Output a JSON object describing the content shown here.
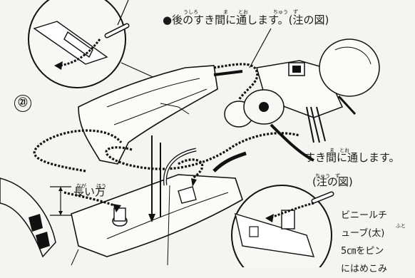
{
  "labels": {
    "top_note": "●後のすき間に通します。(注の図)",
    "top_note_furigana": "うしろ　　　　　ま　　とお　　　　　ちゅう　ず",
    "right_note_line1": "すき間に通します。",
    "right_note_line1_furigana": "ま　とお",
    "right_note_line2": "(注の図)",
    "right_note_line2_furigana": "ちゅう　ず",
    "left_label": "長い方",
    "left_label_furigana": "なが　　ほう",
    "callout_number": "㉑",
    "bottom_right_lines": [
      "ビニールチ",
      "ューブ(太)",
      "5㎝をピン",
      "にはめこみ"
    ],
    "bottom_right_furigana": "ふと"
  }
}
